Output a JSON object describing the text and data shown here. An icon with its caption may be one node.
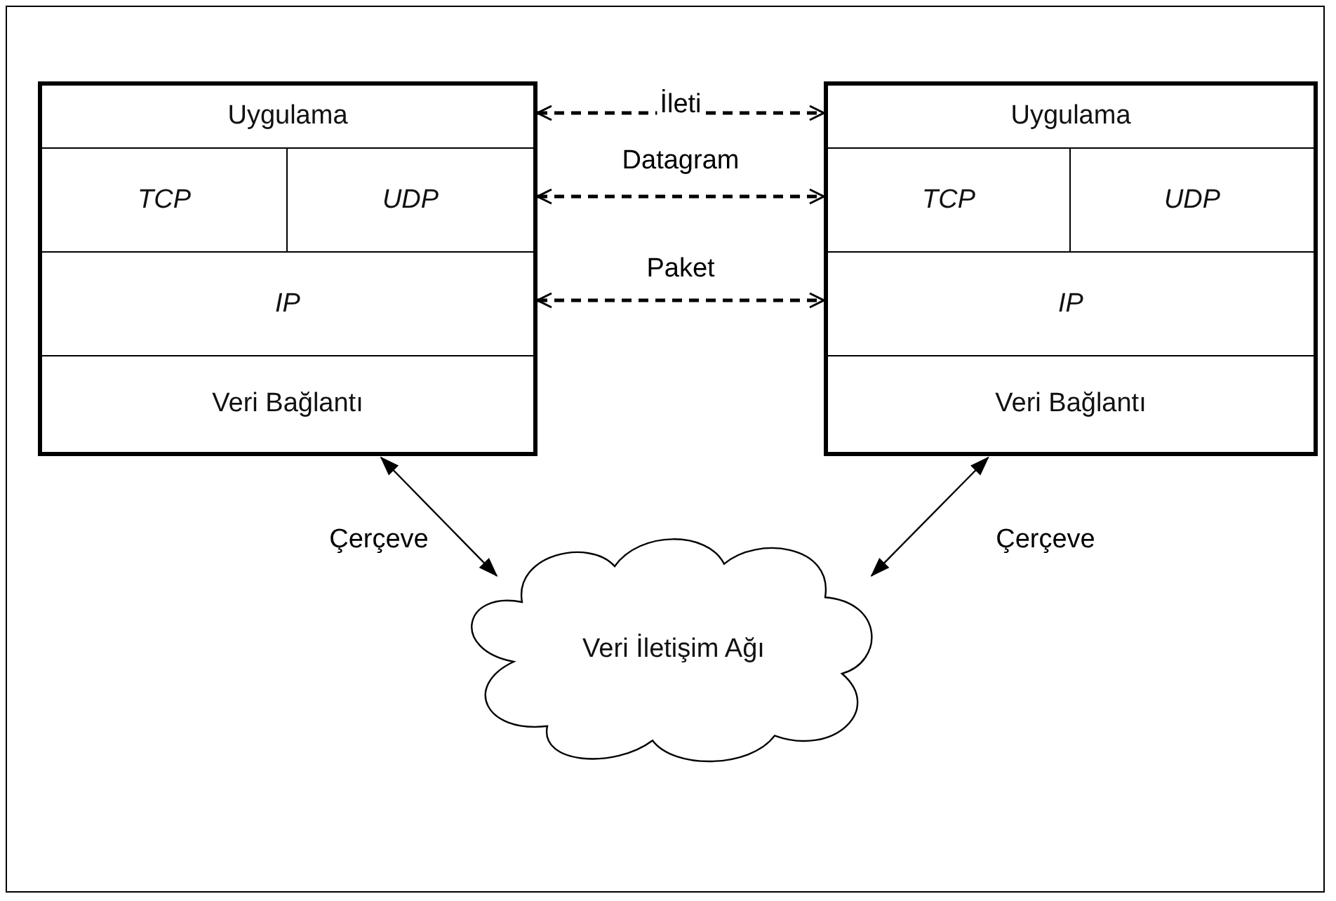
{
  "diagram": {
    "nodes": [
      {
        "text": [],
        "shape": "box"
      },
      {
        "text": [
          "Uygulama"
        ],
        "in": 0
      },
      {
        "text": [
          "TCP"
        ],
        "in": 0
      },
      {
        "text": [
          "UDP"
        ],
        "in": 0
      },
      {
        "text": [
          "IP"
        ],
        "in": 0
      },
      {
        "text": [
          "Veri Bağlantı"
        ],
        "in": 0
      },
      {
        "text": [],
        "shape": "box"
      },
      {
        "text": [
          "Uygulama"
        ],
        "in": 6
      },
      {
        "text": [
          "TCP"
        ],
        "in": 6
      },
      {
        "text": [
          "UDP"
        ],
        "in": 6
      },
      {
        "text": [
          "IP"
        ],
        "in": 6
      },
      {
        "text": [
          "Veri Bağlantı"
        ],
        "in": 6
      },
      {
        "text": [
          "Veri İletişim Ağı"
        ]
      }
    ],
    "edges": [
      {
        "from": 1,
        "to": 7,
        "arrow": "both",
        "label": "İleti",
        "style": "dashed"
      },
      {
        "from": 3,
        "to": 8,
        "arrow": "both",
        "label": "Datagram",
        "style": "dashed"
      },
      {
        "from": 4,
        "to": 10,
        "arrow": "both",
        "label": "Paket",
        "style": "dashed"
      },
      {
        "from": 5,
        "to": 12,
        "arrow": "both",
        "label": "Çerçeve"
      },
      {
        "from": 11,
        "to": 12,
        "arrow": "both",
        "label": "Çerçeve"
      }
    ]
  }
}
